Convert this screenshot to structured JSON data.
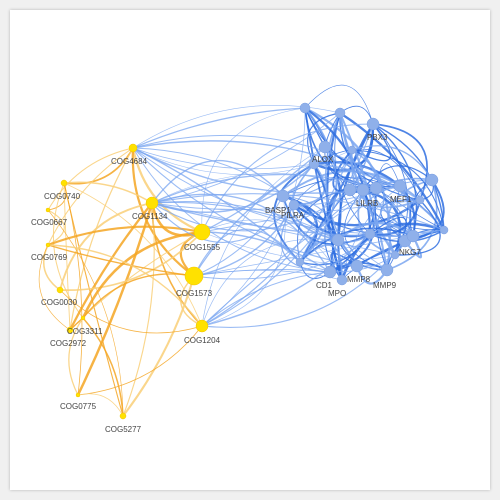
{
  "colors": {
    "cog_node": "#ffe100",
    "cog_node_stroke": "#f2c300",
    "cog_edge": "#f5a623",
    "cog_edge_light": "#f9cf78",
    "gene_node": "#8fb0ea",
    "gene_node_stroke": "#7b9fe0",
    "gene_edge": "#2f6fe0",
    "gene_edge_light": "#7aa6f0",
    "label_text": "#444444"
  },
  "cog_labels": {
    "cog4684": "COG4684",
    "cog0740": "COG0740",
    "cog1134": "COG1134",
    "cog0667": "COG0667",
    "cog1555": "COG1555",
    "cog0769": "COG0769",
    "cog1573": "COG1573",
    "cog0030": "COG0030",
    "cog3311": "COG3311",
    "cog1204": "COG1204",
    "cog2972": "COG2972",
    "cog0775": "COG0775",
    "cog5277": "COG5277"
  },
  "gene_labels": {
    "g_top": "PBX3",
    "g_ulc": "ALOX",
    "g_ml1": "BASP1",
    "g_ml2": "PILRA",
    "g_c1": "LILRB",
    "g_r1": "MEF1",
    "g_r2": "NKG7",
    "g_bl1": "CD1",
    "g_bl2": "MPO",
    "g_bm": "MMP8",
    "g_br": "MMP9"
  }
}
